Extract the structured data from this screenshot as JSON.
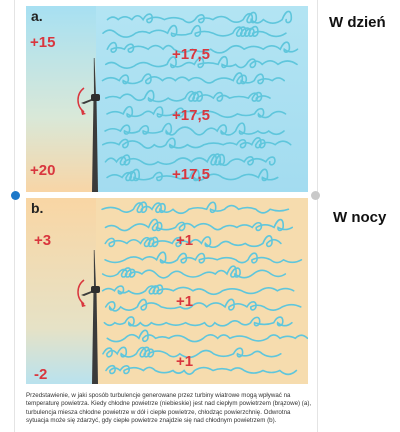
{
  "side_labels": {
    "day": "W dzień",
    "night": "W nocy"
  },
  "panel_a": {
    "letter": "a.",
    "left_top": "+15",
    "left_bottom": "+20",
    "right_top": "+17,5",
    "right_mid": "+17,5",
    "right_bottom": "+17,5"
  },
  "panel_b": {
    "letter": "b.",
    "left_top": "+3",
    "left_bottom": "-2",
    "right_top": "+1",
    "right_mid": "+1",
    "right_bottom": "+1"
  },
  "caption": "Przedstawienie, w jaki sposób turbulencje generowane przez turbiny wiatrowe mogą wpływać na temperaturę powietrza. Kiedy chłodne powietrze (niebieskie) jest nad ciepłym powietrzem (brązowe) (a), turbulencja miesza chłodne powietrze w dół i ciepłe powietrze, chłodząc powierzchnię. Odwrotna sytuacja może się zdarzyć, gdy ciepłe powietrze znajdzie się nad chłodnym powietrzem (b).",
  "colors": {
    "warm": "#f9d7a8",
    "cool": "#a9def0",
    "swirl": "#5fc6dc",
    "temp_text": "#d9363e",
    "nav_dot": "#1d78c9"
  }
}
